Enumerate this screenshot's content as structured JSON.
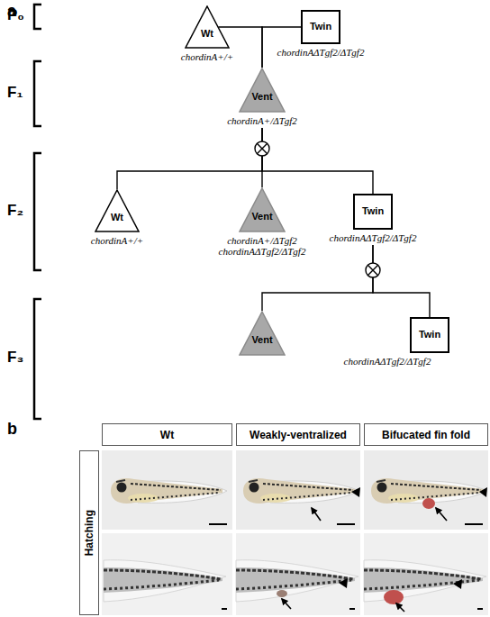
{
  "diagram": {
    "nodes": [
      {
        "text": [
          "Wt",
          "chordinA+/+"
        ]
      },
      {
        "text": [
          "Twin",
          "chordinAΔTgf2/ΔTgf2"
        ]
      },
      {
        "text": [
          "Vent",
          "chordinA+/ΔTgf2"
        ]
      },
      {
        "text": [
          "Wt",
          "chordinA+/+"
        ]
      },
      {
        "text": [
          "Vent",
          "chordinA+/ΔTgf2 chordinAΔTgf2/ΔTgf2"
        ]
      },
      {
        "text": [
          "Twin",
          "chordinAΔTgf2/ΔTgf2"
        ]
      },
      {
        "text": [
          "Vent"
        ]
      },
      {
        "text": [
          "Twin",
          "chordinAΔTgf2/ΔTgf2"
        ]
      },
      {
        "text": [
          "Wt"
        ]
      },
      {
        "text": [
          "Weakly-ventralized"
        ]
      },
      {
        "text": [
          "Bifucated fin fold"
        ]
      },
      {
        "text": [
          "Hatching"
        ]
      }
    ],
    "edges": [
      {
        "from": 0,
        "to": 2,
        "arrow": "none"
      },
      {
        "from": 1,
        "to": 2,
        "arrow": "none"
      },
      {
        "from": 2,
        "to": 3,
        "arrow": "none"
      },
      {
        "from": 2,
        "to": 4,
        "arrow": "none"
      },
      {
        "from": 2,
        "to": 5,
        "arrow": "none"
      },
      {
        "from": 5,
        "to": 6,
        "arrow": "none"
      },
      {
        "from": 5,
        "to": 7,
        "arrow": "none"
      }
    ],
    "labels": [
      "a",
      "P₀",
      "F₁",
      "F₂",
      "F₃",
      "b"
    ]
  }
}
